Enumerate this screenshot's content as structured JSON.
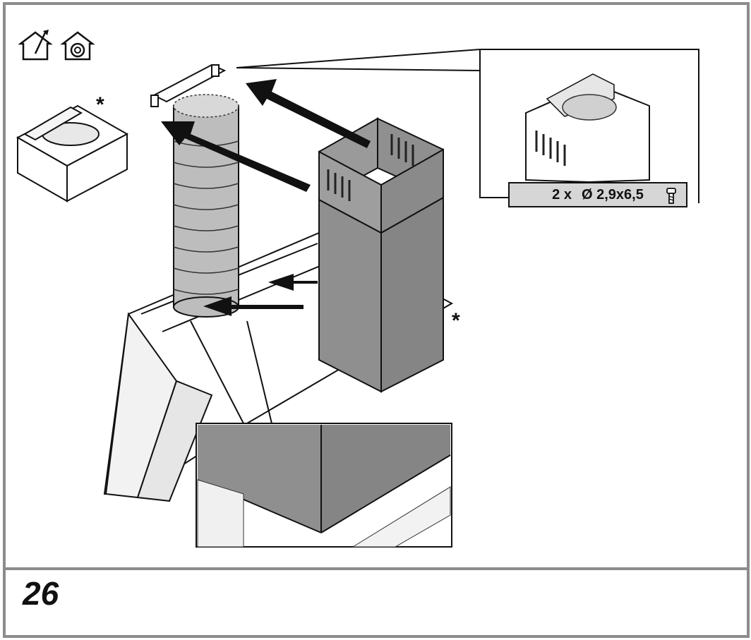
{
  "figure": {
    "number": "26"
  },
  "callout": {
    "screw_quantity": "2 x",
    "screw_spec": "Ø 2,9x6,5"
  },
  "marks": {
    "optional_asterisk_1": "*",
    "optional_asterisk_2": "*"
  },
  "icons": {
    "mode_ducted": "house-ducted-icon",
    "mode_recirculation": "house-recirculation-icon",
    "screw": "screw-icon"
  },
  "colors": {
    "frame": "#8c8c8c",
    "chimney_fill": "#8f8f8f",
    "duct_fill": "#bdbdbd",
    "label_bg": "#d6d6d6"
  }
}
